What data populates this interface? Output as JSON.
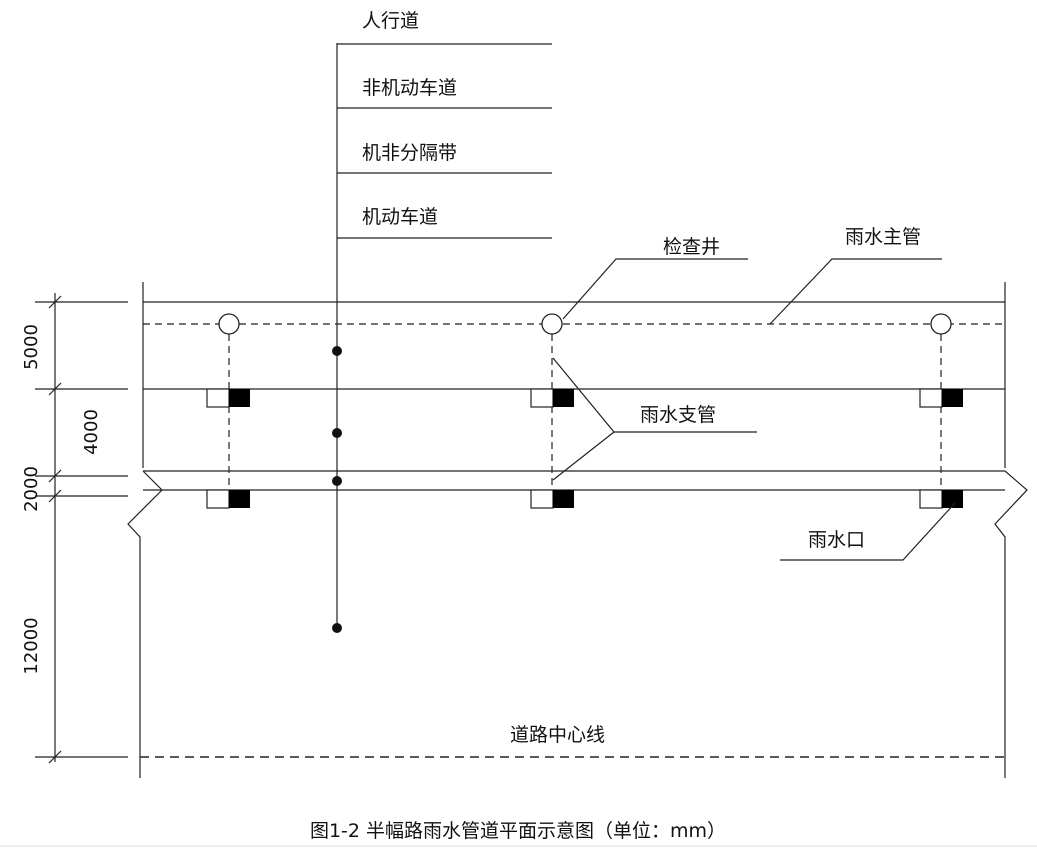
{
  "labels": {
    "sidewalk": "人行道",
    "non_motor_lane": "非机动车道",
    "separator_strip": "机非分隔带",
    "motor_lane": "机动车道",
    "manhole": "检查井",
    "main_pipe": "雨水主管",
    "branch_pipe": "雨水支管",
    "inlet": "雨水口",
    "centerline": "道路中心线"
  },
  "dimensions": [
    "5000",
    "4000",
    "2000",
    "12000"
  ],
  "caption": "图1-2  半幅路雨水管道平面示意图（单位：mm）"
}
